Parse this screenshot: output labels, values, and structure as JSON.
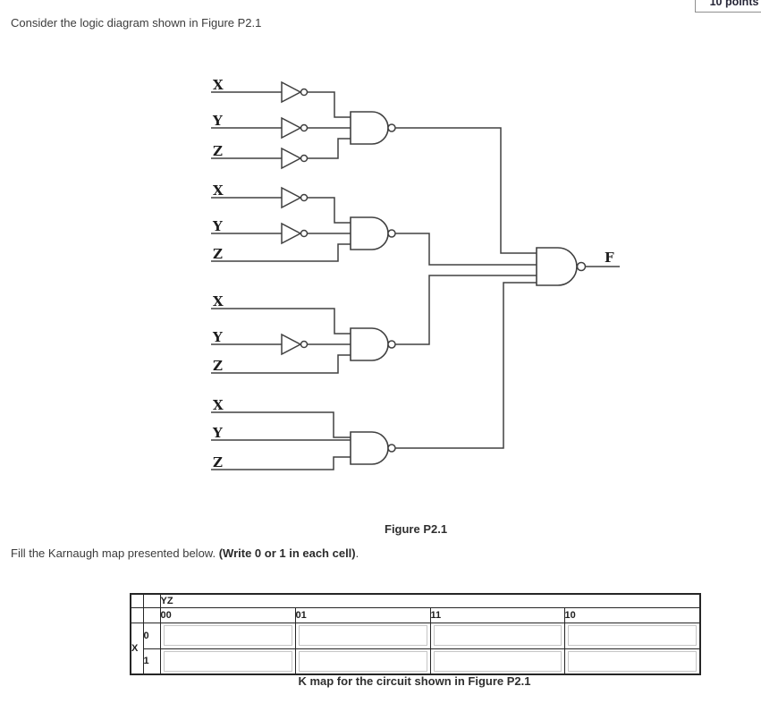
{
  "header": {
    "points_badge": "10 points"
  },
  "question": {
    "intro": "Consider the logic diagram shown in Figure P2.1"
  },
  "figure": {
    "caption": "Figure P2.1",
    "output_label": "F",
    "final_gate": "NAND",
    "groups": [
      {
        "gate": "NAND",
        "inputs": [
          {
            "label": "X",
            "inverted": true
          },
          {
            "label": "Y",
            "inverted": true
          },
          {
            "label": "Z",
            "inverted": true
          }
        ]
      },
      {
        "gate": "NAND",
        "inputs": [
          {
            "label": "X",
            "inverted": true
          },
          {
            "label": "Y",
            "inverted": true
          },
          {
            "label": "Z",
            "inverted": false
          }
        ]
      },
      {
        "gate": "NAND",
        "inputs": [
          {
            "label": "X",
            "inverted": false
          },
          {
            "label": "Y",
            "inverted": true
          },
          {
            "label": "Z",
            "inverted": false
          }
        ]
      },
      {
        "gate": "NAND",
        "inputs": [
          {
            "label": "X",
            "inverted": false
          },
          {
            "label": "Y",
            "inverted": false
          },
          {
            "label": "Z",
            "inverted": false
          }
        ]
      }
    ]
  },
  "kmap": {
    "instruction_normal": "Fill the Karnaugh map presented below. ",
    "instruction_bold": "(Write 0 or 1 in each cell)",
    "instruction_suffix": ".",
    "corner_label": "YZ",
    "row_label": "X",
    "col_headers": [
      "00",
      "01",
      "11",
      "10"
    ],
    "row_headers": [
      "0",
      "1"
    ],
    "cells": [
      [
        "",
        "",
        "",
        ""
      ],
      [
        "",
        "",
        "",
        ""
      ]
    ],
    "caption": "K map for the circuit shown in Figure P2.1"
  }
}
